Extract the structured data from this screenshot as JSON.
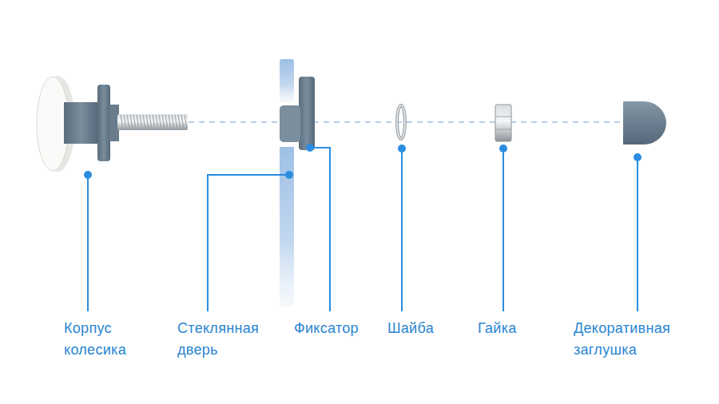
{
  "diagram": {
    "labels": [
      "Корпус колесика",
      "Стеклянная дверь",
      "Фиксатор",
      "Шайба",
      "Гайка",
      "Декоративная заглушка"
    ]
  }
}
